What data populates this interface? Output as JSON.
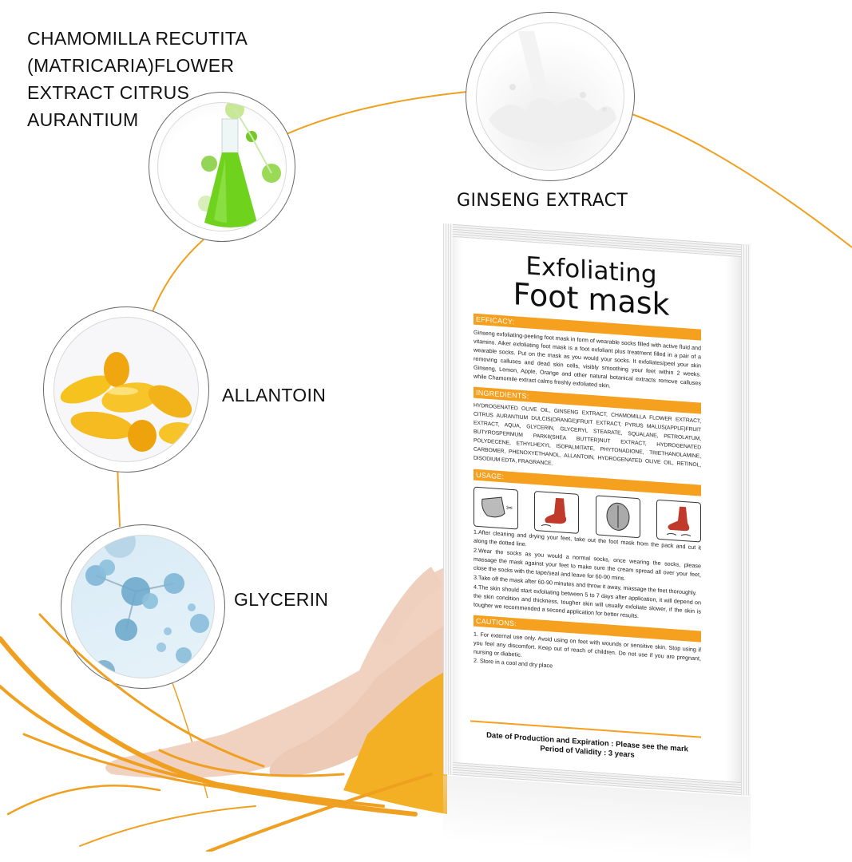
{
  "ingredients": {
    "chamomile": {
      "label_lines": [
        "CHAMOMILLA RECUTITA",
        "(MATRICARIA)FLOWER",
        "EXTRACT CITRUS",
        "AURANTIUM"
      ],
      "icon": "green-flask-molecule-icon"
    },
    "ginseng": {
      "label": "GINSENG EXTRACT",
      "icon": "milk-splash-icon"
    },
    "allantoin": {
      "label": "ALLANTOIN",
      "icon": "yellow-capsules-icon"
    },
    "glycerin": {
      "label": "GLYCERIN",
      "icon": "blue-molecule-icon"
    }
  },
  "colors": {
    "accent_orange": "#f5a01f",
    "line_orange": "#f0a020",
    "text": "#111111",
    "flask_green": "#6fd21c",
    "capsule_yellow": "#f3b81a",
    "molecule_blue": "#7eb6d6"
  },
  "package": {
    "title_line1": "Exfoliating",
    "title_line2": "Foot mask",
    "efficacy": {
      "heading": "EFFICACY:",
      "text": "Ginseng exfoliating-peeling foot mask in form of wearable socks filled with active fluid and vitamins. Aiker exfoliating foot mask is a foot exfoliant plus treatment filled in a pair of a wearable socks. Put on the mask as you would your socks. It exfoliates/peel your skin removing calluses and dead skin cells, visibly smoothing your feet within 2 weeks. Ginseng, Lemon, Apple, Orange and other natural botanical extracts remove calluses while Chamomile extract calms freshly exfoliated skin."
    },
    "ingredients": {
      "heading": "INGREDIENTS:",
      "text": "HYDROGENATED OLIVE OIL, GINSENG EXTRACT, CHAMOMILLA FLOWER EXTRACT, CITRUS AURANTIUM DULCIS(ORANGE)FRUIT EXTRACT, PYRUS MALUS(APPLE)FRUIT EXTRACT, AQUA, GLYCERIN, GLYCERYL STEARATE, SQUALANE, PETROLATUM, BUTYROSPERMUM PARKII(SHEA BUTTER)NUT EXTRACT, HYDROGENATED POLYDECENE, ETHYLHEXYL ISOPALMITATE, PHYTONADIONE, TRIETHANOLAMINE, CARBOMER, PHENOXYETHANOL, ALLANTOIN, HYDROGENATED OLIVE OIL, RETINOL, DISODIUM EDTA, FRAGRANCE."
    },
    "usage": {
      "heading": "USAGE:",
      "icons": [
        "cut-open-pack-icon",
        "wear-sock-foot-icon",
        "clock-icon",
        "clean-foot-icon"
      ],
      "steps": [
        "1.After cleaning and drying your feet, take out the foot mask from the pack and cut it along the dotted line.",
        "2.Wear the socks as you would a normal socks, once wearing the socks, please massage the mask against your feet to make sure the cream spread all over your feet, close the socks with the tape/seal and leave for 60-90 mins.",
        "3.Take off the mask after 60-90 minutes and throw it away, massage the feet thoroughly.",
        "4.The skin should start exfoliating between 5 to 7 days after application, it will depend on the skin condition and thickness, tougher skin will usually exfoliate slower, if the skin is tougher we recommended a second application for better results."
      ]
    },
    "cautions": {
      "heading": "CAUTIONS:",
      "items": [
        "1. For external use only. Avoid using on feet with wounds or sensitive skin. Stop using if you feel any discomfort. Keep out of reach of children. Do not use if you are pregnant, nursing or diabetic.",
        "2. Store in a cool and dry place"
      ]
    },
    "footer": {
      "line1": "Date of Production and Expiration : Please see the mark",
      "line2": "Period of Validity : 3 years"
    }
  },
  "background_image": "legs-with-golden-ginseng-roots"
}
